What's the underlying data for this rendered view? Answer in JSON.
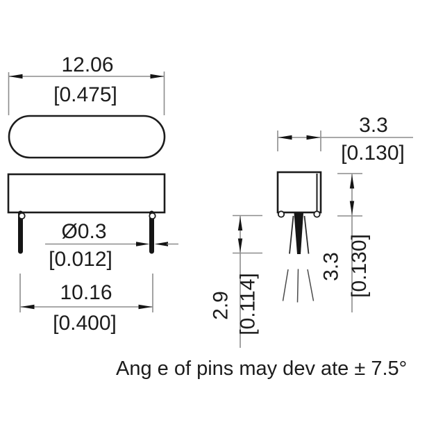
{
  "drawing": {
    "note": "Ang e of pins may dev ate ± 7.5°",
    "top_view": {
      "body_width": {
        "mm": "12.06",
        "inch": "[0.475]"
      }
    },
    "front_view": {
      "pin_diameter": {
        "mm": "Ø0.3",
        "inch": "[0.012]"
      },
      "pin_spacing": {
        "mm": "10.16",
        "inch": "[0.400]"
      }
    },
    "side_view": {
      "body_width": {
        "mm": "3.3",
        "inch": "[0.130]"
      },
      "pin_straight_length": {
        "mm": "2.9",
        "inch": "[0.114]"
      },
      "body_height": {
        "mm": "3.3",
        "inch": "[0.130]"
      }
    }
  }
}
